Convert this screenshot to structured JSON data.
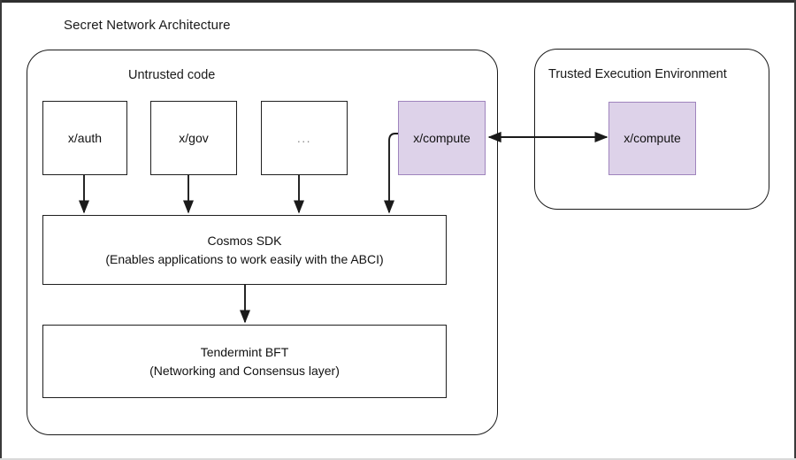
{
  "diagram": {
    "title": "Secret Network Architecture",
    "type": "architecture-diagram",
    "colors": {
      "line": "#1a1a1a",
      "box_border": "#1f1f1f",
      "box_fill": "#ffffff",
      "highlight_fill": "#ddd2e9",
      "highlight_border": "#9f84bd",
      "page_background": "#ffffff",
      "muted_text": "#8a8a8a"
    },
    "groups": [
      {
        "id": "untrusted",
        "label": "Untrusted code"
      },
      {
        "id": "tee",
        "label": "Trusted Execution Environment"
      }
    ],
    "nodes": {
      "auth": {
        "label": "x/auth"
      },
      "gov": {
        "label": "x/gov"
      },
      "more": {
        "label": "..."
      },
      "compute_untrusted": {
        "label": "x/compute"
      },
      "compute_tee": {
        "label": "x/compute"
      },
      "cosmos_sdk": {
        "title": "Cosmos SDK",
        "subtitle": "(Enables applications to work easily with the ABCI)"
      },
      "tendermint": {
        "title": "Tendermint BFT",
        "subtitle": "(Networking and Consensus layer)"
      }
    },
    "edges": [
      {
        "from": "auth",
        "to": "cosmos_sdk",
        "style": "arrow-down"
      },
      {
        "from": "gov",
        "to": "cosmos_sdk",
        "style": "arrow-down"
      },
      {
        "from": "more",
        "to": "cosmos_sdk",
        "style": "arrow-down"
      },
      {
        "from": "compute_untrusted",
        "to": "cosmos_sdk",
        "style": "elbow-arrow"
      },
      {
        "from": "cosmos_sdk",
        "to": "tendermint",
        "style": "arrow-down"
      },
      {
        "from": "compute_untrusted",
        "to": "compute_tee",
        "style": "double-arrow"
      }
    ]
  }
}
